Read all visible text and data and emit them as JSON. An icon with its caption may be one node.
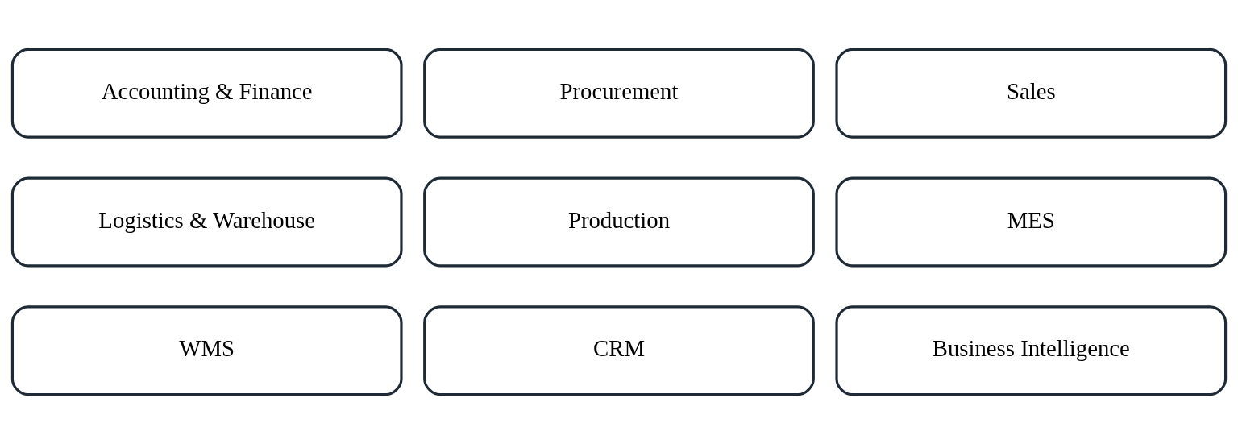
{
  "diagram": {
    "nodes": [
      {
        "text": [
          "Accounting & Finance"
        ]
      },
      {
        "text": [
          "Procurement"
        ]
      },
      {
        "text": [
          "Sales"
        ]
      },
      {
        "text": [
          "Logistics & Warehouse"
        ]
      },
      {
        "text": [
          "Production"
        ]
      },
      {
        "text": [
          "MES"
        ]
      },
      {
        "text": [
          "WMS"
        ]
      },
      {
        "text": [
          "CRM"
        ]
      },
      {
        "text": [
          "Business Intelligence"
        ]
      }
    ]
  }
}
